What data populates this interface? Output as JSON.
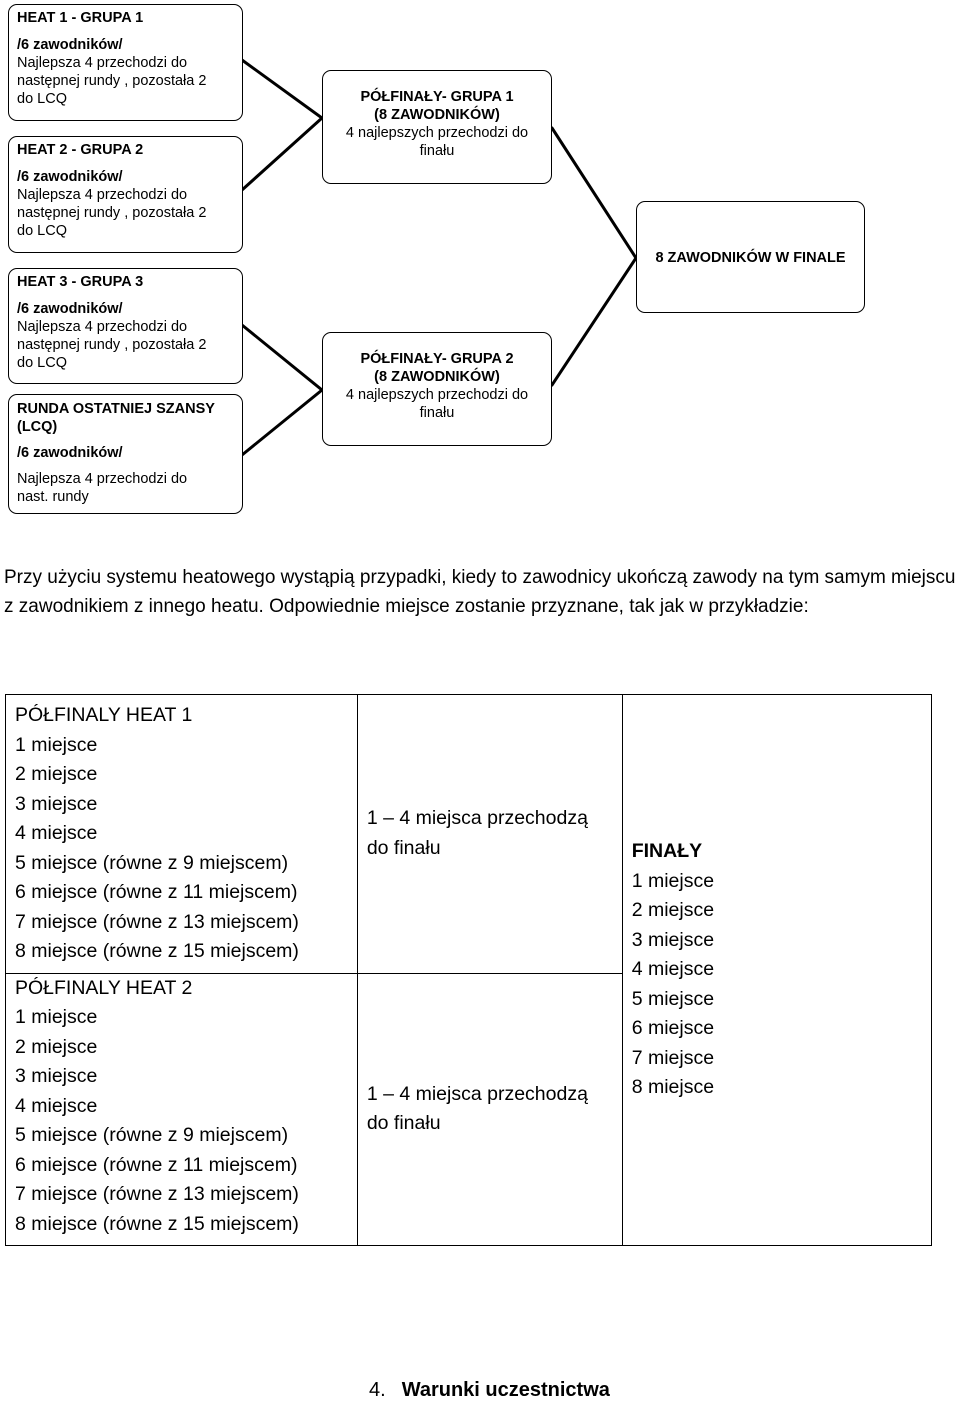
{
  "bracket": {
    "heats": [
      {
        "title": "HEAT 1 - GRUPA  1",
        "count": "/6 zawodników/",
        "desc": [
          "Najlepsza  4  przechodzi do",
          "następnej rundy , pozostała 2",
          "do  LCQ"
        ]
      },
      {
        "title": "HEAT 2 - GRUPA  2",
        "count": "/6 zawodników/",
        "desc": [
          "Najlepsza  4  przechodzi do",
          "następnej rundy , pozostała 2",
          "do  LCQ"
        ]
      },
      {
        "title": "HEAT 3 - GRUPA 3",
        "count": "/6 zawodników/",
        "desc": [
          "Najlepsza  4  przechodzi do",
          "następnej rundy , pozostała 2",
          "do  LCQ"
        ]
      }
    ],
    "lcq": {
      "title": [
        "RUNDA  OSTATNIEJ SZANSY",
        "(LCQ)"
      ],
      "count": "/6 zawodników/",
      "desc": [
        "Najlepsza 4 przechodzi do",
        "nast. rundy"
      ]
    },
    "semis": [
      {
        "title": "PÓŁFINAŁY- GRUPA 1",
        "subtitle": "(8  ZAWODNIKÓW)",
        "desc": [
          "4 najlepszych przechodzi do",
          "finału"
        ]
      },
      {
        "title": "PÓŁFINAŁY- GRUPA 2",
        "subtitle": "(8  ZAWODNIKÓW)",
        "desc": [
          "4 najlepszych przechodzi do",
          "finału"
        ]
      }
    ],
    "final": "8 ZAWODNIKÓW W FINALE"
  },
  "paragraph": "Przy użyciu systemu heatowego wystąpią przypadki, kiedy to zawodnicy ukończą zawody na tym samym miejscu z zawodnikiem z innego heatu. Odpowiednie miejsce zostanie przyznane, tak jak w przykładzie:",
  "table": {
    "heat1": {
      "title": "PÓŁFINALY  HEAT 1",
      "rows": [
        "1 miejsce",
        "2 miejsce",
        "3 miejsce",
        "4 miejsce",
        "5 miejsce (równe z 9 miejscem)",
        "6 miejsce (równe z 11 miejscem)",
        "7 miejsce (równe z 13 miejscem)",
        "8 miejsce (równe z 15 miejscem)"
      ]
    },
    "heat2": {
      "title": "PÓŁFINALY  HEAT 2",
      "rows": [
        "1 miejsce",
        "2 miejsce",
        "3 miejsce",
        "4 miejsce",
        "5 miejsce (równe z 9 miejscem)",
        "6 miejsce (równe z 11 miejscem)",
        "7 miejsce (równe z 13 miejscem)",
        "8 miejsce (równe z 15 miejscem)"
      ]
    },
    "advance1": [
      "1 – 4 miejsca przechodzą",
      "do finału"
    ],
    "advance2": [
      "1 – 4 miejsca przechodzą",
      "do finału"
    ],
    "finals": {
      "title": "FINAŁY",
      "rows": [
        "1 miejsce",
        "2 miejsce",
        "3 miejsce",
        "4 miejsce",
        "5 miejsce",
        "6 miejsce",
        "7 miejsce",
        "8 miejsce"
      ]
    }
  },
  "footer": {
    "number": "4.",
    "title": "Warunki uczestnictwa"
  }
}
